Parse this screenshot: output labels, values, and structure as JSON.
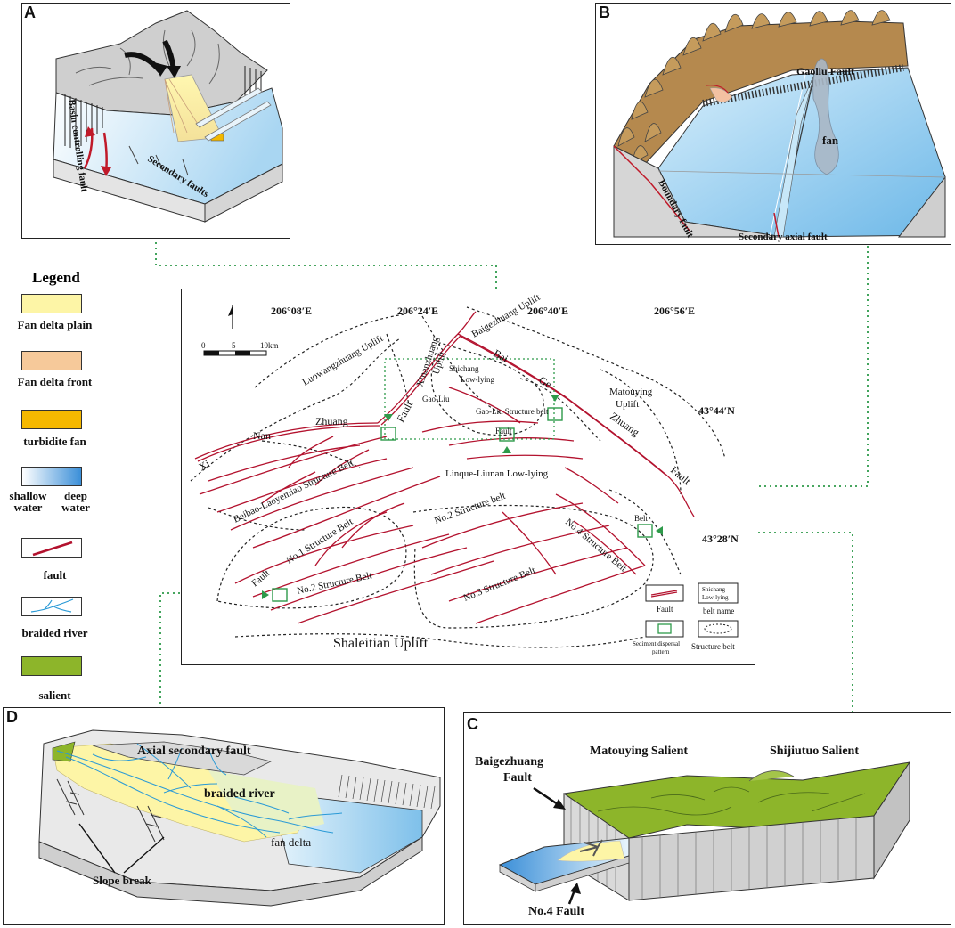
{
  "panels": {
    "a": {
      "label": "A",
      "texts": {
        "basin_fault": "Basin controlling fault",
        "secondary": "Secondary faults"
      }
    },
    "b": {
      "label": "B",
      "texts": {
        "gaoliu": "Gaoliu Fault",
        "fan": "fan",
        "boundary": "Boundary fault",
        "axial": "Secondary axial fault"
      }
    },
    "c": {
      "label": "C",
      "texts": {
        "matouying": "Matouying Salient",
        "shijiutuo": "Shijiutuo Salient",
        "baigezhuang_1": "Baigezhuang",
        "baigezhuang_2": "Fault",
        "no4": "No.4 Fault"
      }
    },
    "d": {
      "label": "D",
      "texts": {
        "axial": "Axial secondary fault",
        "braided": "braided river",
        "fan_delta": "fan delta",
        "slope": "Slope break"
      }
    }
  },
  "legend": {
    "title": "Legend",
    "items": [
      {
        "label": "Fan delta plain",
        "color": "#fdf5a6"
      },
      {
        "label": "Fan delta front",
        "color": "#f6c99a"
      },
      {
        "label": "turbidite fan",
        "color": "#f5b800"
      },
      {
        "label": "shallow water",
        "label2": "deep water",
        "color_from": "#ffffff",
        "color_to": "#3b8fd8"
      },
      {
        "label": "fault",
        "color": "#b3122e"
      },
      {
        "label": "braided river",
        "color": "#2a9ad6"
      },
      {
        "label": "salient",
        "color": "#8db52a"
      }
    ]
  },
  "map": {
    "longitudes": [
      "206°08′E",
      "206°24′E",
      "206°40′E",
      "206°56′E"
    ],
    "latitudes": [
      "43°44′N",
      "43°28′N"
    ],
    "scale": {
      "zero": "0",
      "mid": "5",
      "end": "10km"
    },
    "labels": {
      "luowangzhuang": "Luowangzhuang Uplift",
      "xinanzhuang": "Xinanzhuang",
      "uplift1": "Uplift",
      "baigezhuang": "Baigezhuang Uplift",
      "shichang": "Shichang",
      "lowlying": "Low-lying",
      "gaoliu": "Gao-Liu",
      "gaoliu_belt": "Gao-Liu Structure belt",
      "matouying": "Matouying",
      "uplift2": "Uplift",
      "xi": "Xi",
      "nan": "Nan",
      "zhuang1": "Zhuang",
      "fault1": "Fault",
      "bai": "Bai",
      "ge": "Ge",
      "zhuang2": "Zhuang",
      "fault2": "Fault",
      "fault3": "Fault",
      "linque": "Linque-Liunan Low-lying",
      "beibao": "Beibao-Laoyemiao Structure Belt",
      "no1": "No.1 Structure Belt",
      "no2a": "No.2 Structure belt",
      "no2b": "No.2 Structure Belt",
      "no3": "No.3 Structure Belt",
      "no4": "No.4 Structure Belt",
      "belt": "Belt",
      "fault4": "Fault",
      "shaleitian": "Shaleitian Uplift"
    },
    "legend": {
      "fault": "Fault",
      "beltname1": "Shichang",
      "beltname2": "Low-lying",
      "beltname": "belt name",
      "sediment1": "Sediment dispersal",
      "sediment2": "pattern",
      "structure": "Structure belt"
    }
  }
}
